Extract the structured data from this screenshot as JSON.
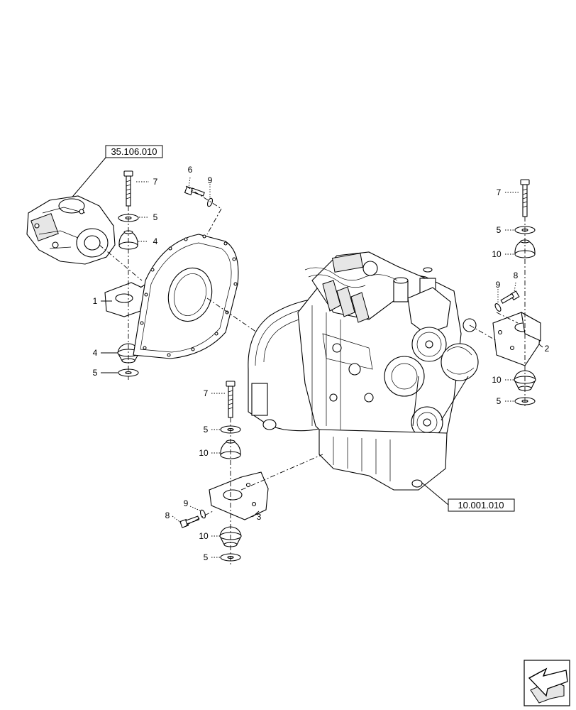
{
  "references": {
    "pump_ref": "35.106.010",
    "engine_ref": "10.001.010"
  },
  "callouts": {
    "c1": "1",
    "c2": "2",
    "c3": "3",
    "c4a": "4",
    "c4b": "4",
    "c5a": "5",
    "c5b": "5",
    "c5c": "5",
    "c5d": "5",
    "c5e": "5",
    "c5f": "5",
    "c6": "6",
    "c7a": "7",
    "c7b": "7",
    "c7c": "7",
    "c8a": "8",
    "c8b": "8",
    "c9a": "9",
    "c9b": "9",
    "c9c": "9",
    "c10a": "10",
    "c10b": "10",
    "c10c": "10",
    "c10d": "10"
  },
  "icons": {
    "orientation": "view-direction-arrow-icon"
  }
}
